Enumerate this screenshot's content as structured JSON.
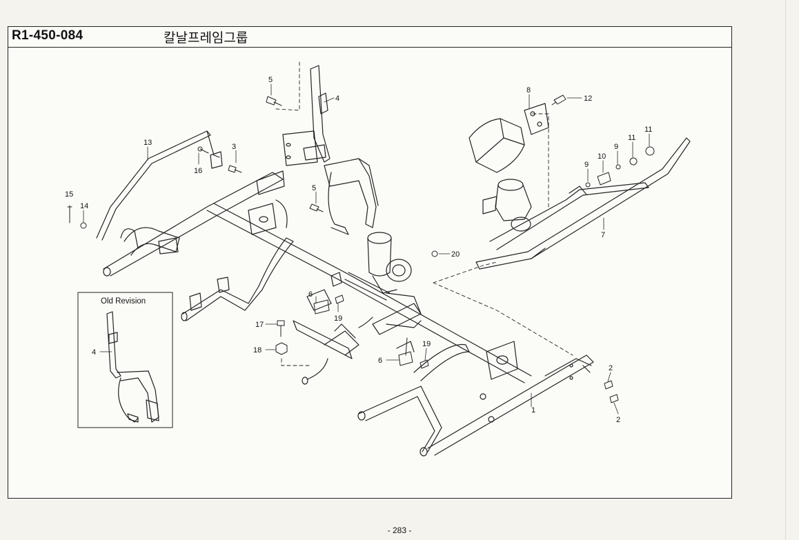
{
  "header": {
    "part_code": "R1-450-084",
    "group_title": "칼날프레임그룹"
  },
  "inset": {
    "title": "Old Revision",
    "callouts": [
      "4"
    ]
  },
  "callouts": [
    "1",
    "2",
    "2",
    "3",
    "4",
    "5",
    "5",
    "6",
    "6",
    "7",
    "8",
    "9",
    "9",
    "10",
    "11",
    "11",
    "12",
    "13",
    "14",
    "15",
    "16",
    "17",
    "18",
    "19",
    "19",
    "20"
  ],
  "footer": {
    "page_number": "- 283 -"
  }
}
